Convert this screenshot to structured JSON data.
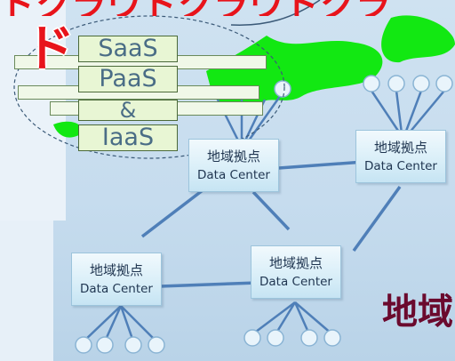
{
  "banner": {
    "text": "ドクラウドクラウドクラ"
  },
  "services": {
    "saas": "SaaS",
    "paas": "PaaS",
    "iaas": "IaaS",
    "connector": "&"
  },
  "red_glyph": "ド",
  "data_centers": [
    {
      "region": "地域拠点",
      "name": "Data Center"
    },
    {
      "region": "地域拠点",
      "name": "Data Center"
    },
    {
      "region": "地域拠点",
      "name": "Data Center"
    },
    {
      "region": "地域拠点",
      "name": "Data Center"
    }
  ],
  "bottom_title": "地域",
  "colors": {
    "background": "#c6dcee",
    "link": "#4f7fb8",
    "node": "#e6f3fb",
    "green_blob": "#12e812",
    "red_text": "#e8141b",
    "title": "#6b0a2e"
  }
}
